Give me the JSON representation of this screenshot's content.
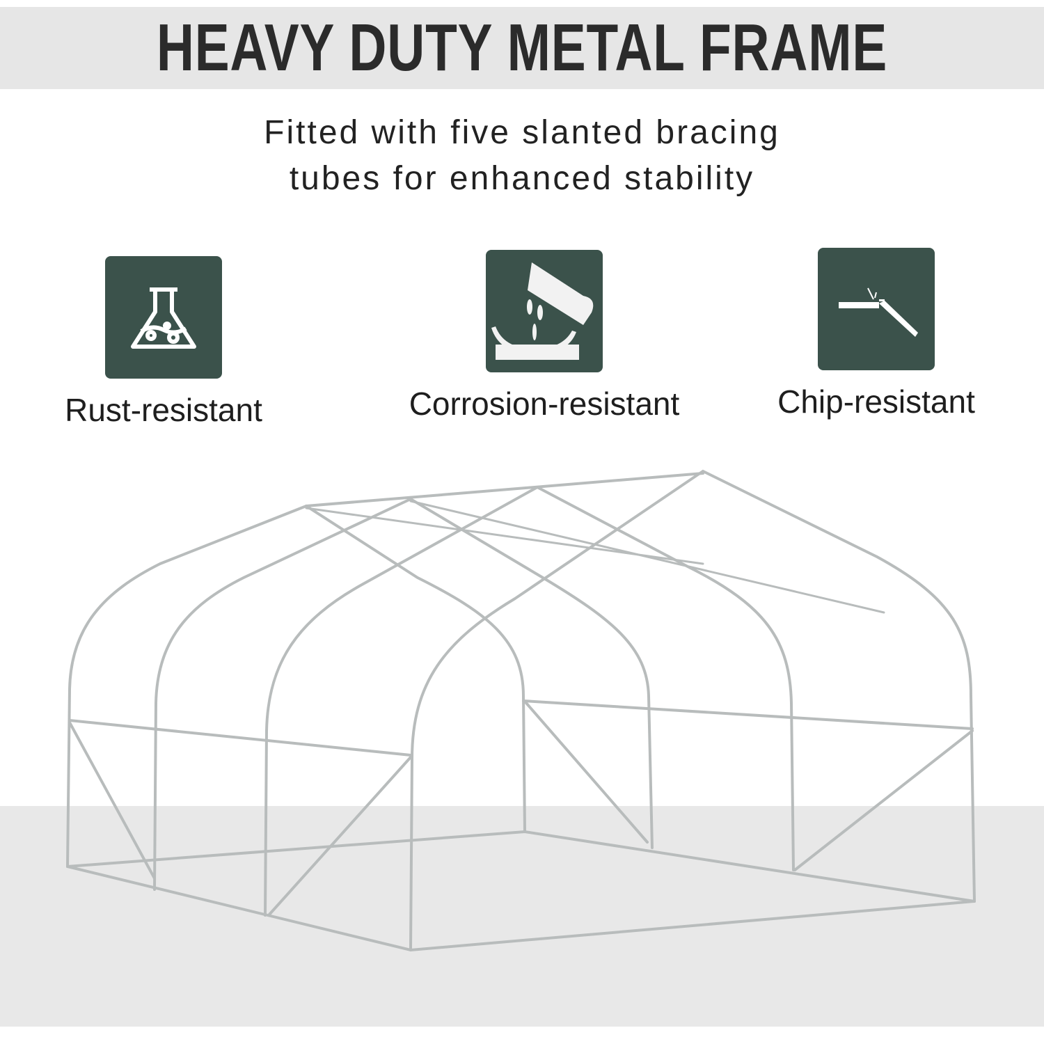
{
  "header": {
    "title": "HEAVY DUTY METAL FRAME"
  },
  "subtitle": {
    "line1": "Fitted with five slanted bracing",
    "line2": "tubes for enhanced stability"
  },
  "features": [
    {
      "icon": "flask-icon",
      "label": "Rust-resistant"
    },
    {
      "icon": "acid-pour-icon",
      "label": "Corrosion-resistant"
    },
    {
      "icon": "chipped-bar-icon",
      "label": "Chip-resistant"
    }
  ],
  "colors": {
    "icon_bg": "#3b524b",
    "band": "#e6e6e6",
    "text": "#222222"
  }
}
